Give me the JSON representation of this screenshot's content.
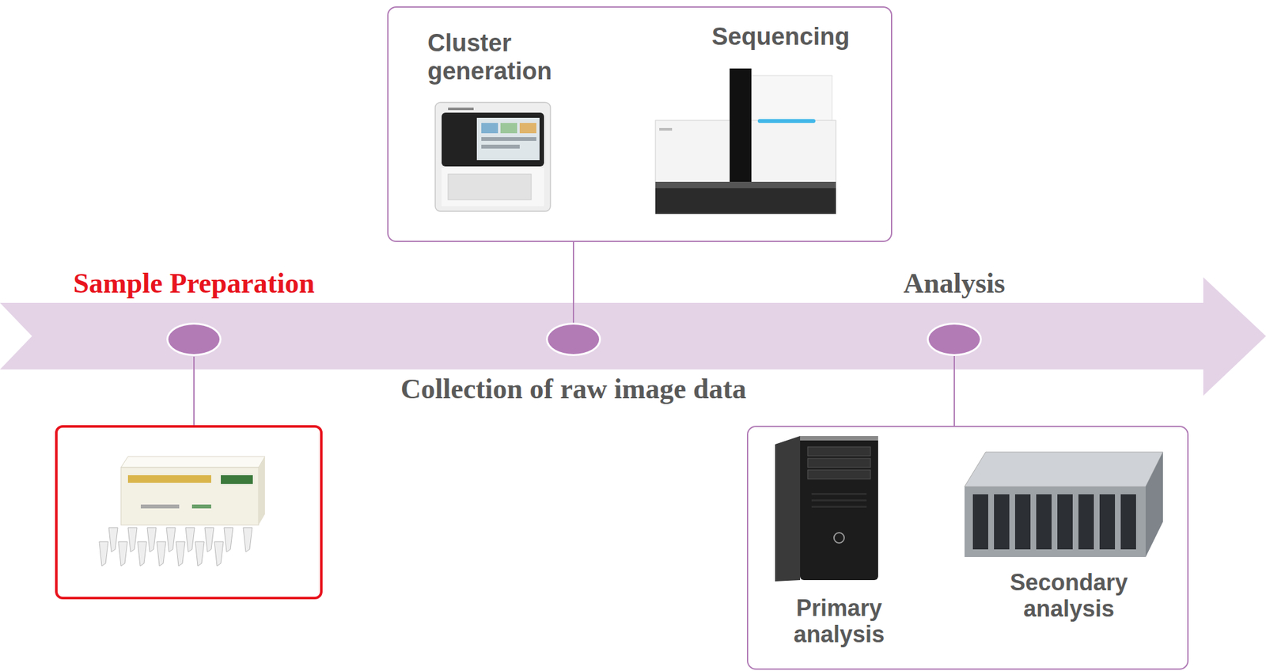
{
  "diagram": {
    "nodes": [
      {
        "text": [
          "Sample Preparation"
        ]
      },
      {
        "text": [
          "Collection of raw image data"
        ]
      },
      {
        "text": [
          "Cluster generation",
          "Sequencing"
        ]
      },
      {
        "text": [
          "Analysis"
        ]
      },
      {
        "text": [
          "Primary analysis",
          "Secondary analysis"
        ]
      }
    ],
    "edges": [
      {
        "from": 1,
        "to": 2,
        "arrow": "none"
      },
      {
        "from": 3,
        "to": 4,
        "arrow": "none"
      }
    ]
  }
}
